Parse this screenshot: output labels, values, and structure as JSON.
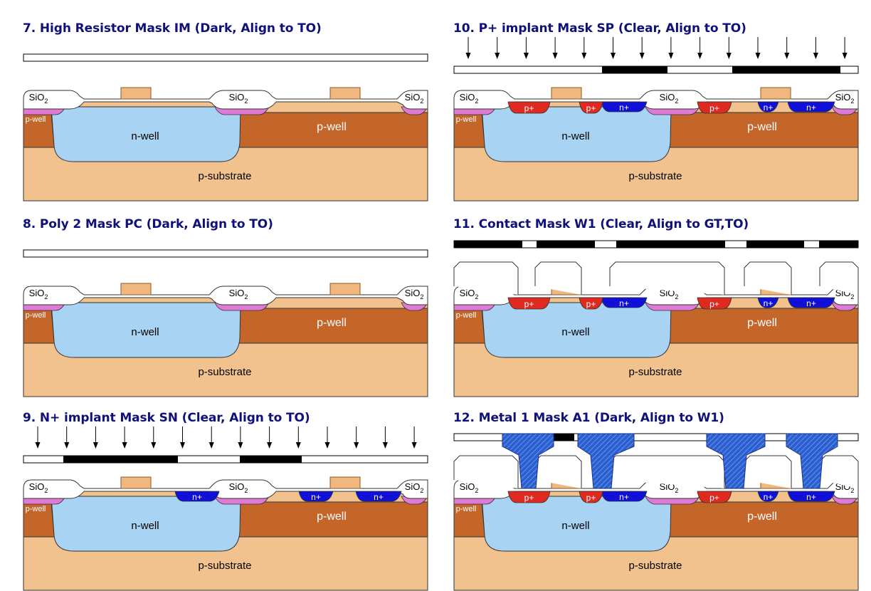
{
  "panels": [
    {
      "id": "p7",
      "title": "7. High Resistor Mask IM (Dark, Align to TO)",
      "arrows": false,
      "mask": "full-clear",
      "nplus": false,
      "pplus": false,
      "contact_oxide": false,
      "metal": false
    },
    {
      "id": "p8",
      "title": "8. Poly 2 Mask PC (Dark, Align to TO)",
      "arrows": false,
      "mask": "full-clear",
      "nplus": false,
      "pplus": false,
      "contact_oxide": false,
      "metal": false
    },
    {
      "id": "p9",
      "title": "9. N+ implant Mask SN (Clear, Align to TO)",
      "arrows": true,
      "mask": "sn",
      "nplus": true,
      "pplus": false,
      "contact_oxide": false,
      "metal": false
    },
    {
      "id": "p10",
      "title": "10. P+ implant Mask SP (Clear, Align to TO)",
      "arrows": true,
      "mask": "sp",
      "nplus": true,
      "pplus": true,
      "contact_oxide": false,
      "metal": false
    },
    {
      "id": "p11",
      "title": "11. Contact Mask W1 (Clear, Align to GT,TO)",
      "arrows": false,
      "mask": "w1",
      "nplus": true,
      "pplus": true,
      "contact_oxide": true,
      "metal": false
    },
    {
      "id": "p12",
      "title": "12. Metal 1 Mask A1 (Dark, Align to W1)",
      "arrows": false,
      "mask": "a1",
      "nplus": true,
      "pplus": true,
      "contact_oxide": true,
      "metal": true
    }
  ],
  "labels": {
    "oxide": "SiO",
    "oxide_sub": "2",
    "nwell": "n-well",
    "pwell": "p-well",
    "substrate": "p-substrate",
    "nplus": "n+",
    "pplus": "p+"
  },
  "colors": {
    "title": "#10107a",
    "substrate": "#f2c28e",
    "pwell": "#c4662a",
    "nwell": "#a9d3f2",
    "oxide": "#ffffff",
    "field_implant": "#e07ad6",
    "poly": "#f0b880",
    "nplus": "#1010d8",
    "pplus": "#e02a20",
    "metal": "#2a5fd0",
    "mask_dark": "#000000",
    "mask_clear": "#ffffff"
  }
}
